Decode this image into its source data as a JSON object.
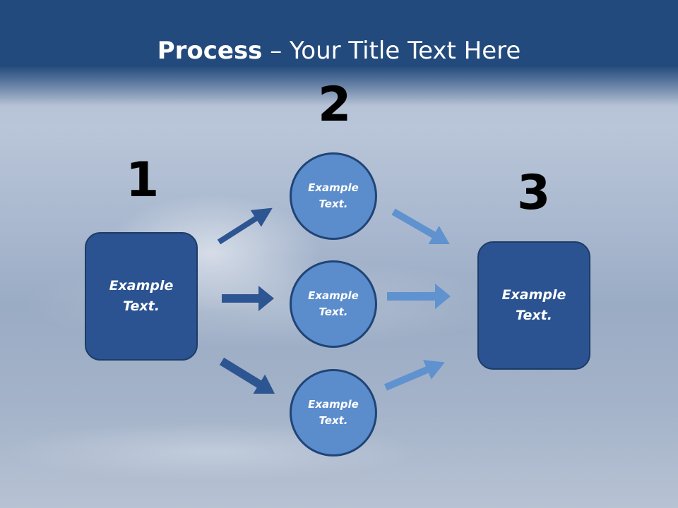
{
  "slide": {
    "title_bold": "Process",
    "title_rest": " – Your Title Text Here"
  },
  "steps": {
    "step1": {
      "number": "1",
      "text": "Example\nText."
    },
    "step2": {
      "number": "2",
      "items": [
        "Example\nText.",
        "Example\nText.",
        "Example\nText."
      ]
    },
    "step3": {
      "number": "3",
      "text": "Example\nText."
    }
  },
  "colors": {
    "header": "#234a7c",
    "box_fill": "#2b5391",
    "circle_fill": "#5b8ccb",
    "arrow_dark": "#2d5591",
    "arrow_light": "#5f92cf"
  }
}
